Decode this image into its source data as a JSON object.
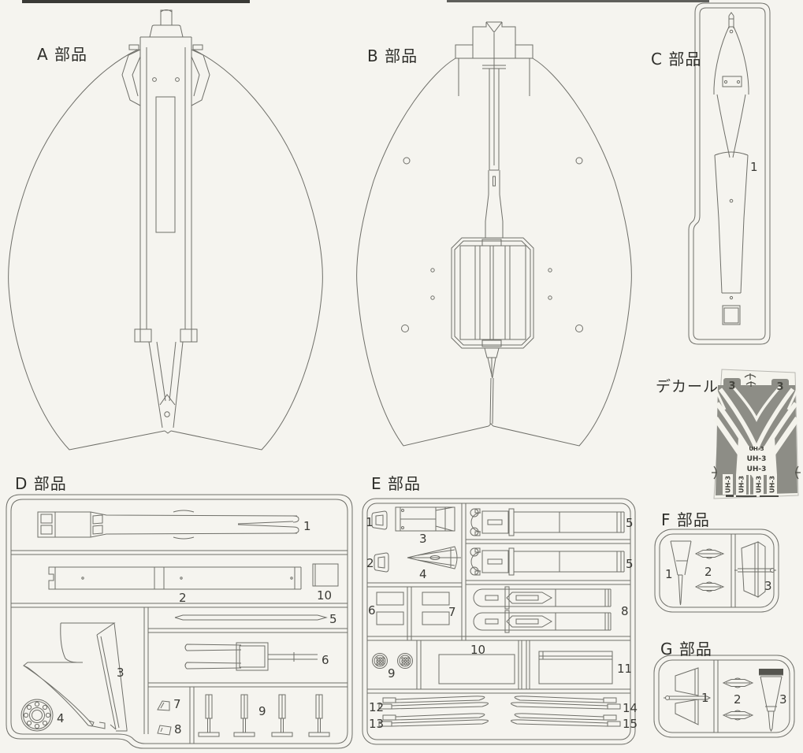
{
  "sections": {
    "a": {
      "title": "A 部品"
    },
    "b": {
      "title": "B 部品"
    },
    "c": {
      "title": "C 部品",
      "part_labels": [
        "1"
      ]
    },
    "decal": {
      "title": "デカール",
      "top_numbers": [
        "3",
        "3"
      ],
      "center_codes": [
        "UH-3",
        "UH-3",
        "UH-3"
      ],
      "bottom_codes": [
        "UH-3",
        "UH-3",
        "UH-3",
        "UH-3"
      ]
    },
    "d": {
      "title": "D 部品",
      "part_labels": [
        "1",
        "2",
        "3",
        "4",
        "5",
        "6",
        "7",
        "8",
        "9",
        "10"
      ]
    },
    "e": {
      "title": "E 部品",
      "part_labels": [
        "1",
        "2",
        "3",
        "4",
        "5",
        "5",
        "6",
        "7",
        "8",
        "9",
        "10",
        "11",
        "12",
        "13",
        "14",
        "15"
      ]
    },
    "f": {
      "title": "F 部品",
      "part_labels": [
        "1",
        "2",
        "3"
      ]
    },
    "g": {
      "title": "G 部品",
      "part_labels": [
        "1",
        "2",
        "3"
      ]
    }
  },
  "colors": {
    "paper": "#f5f4ef",
    "line": "#6f6f69",
    "decal_gray": "#8d8d86",
    "decal_white": "#f4f3ec"
  }
}
